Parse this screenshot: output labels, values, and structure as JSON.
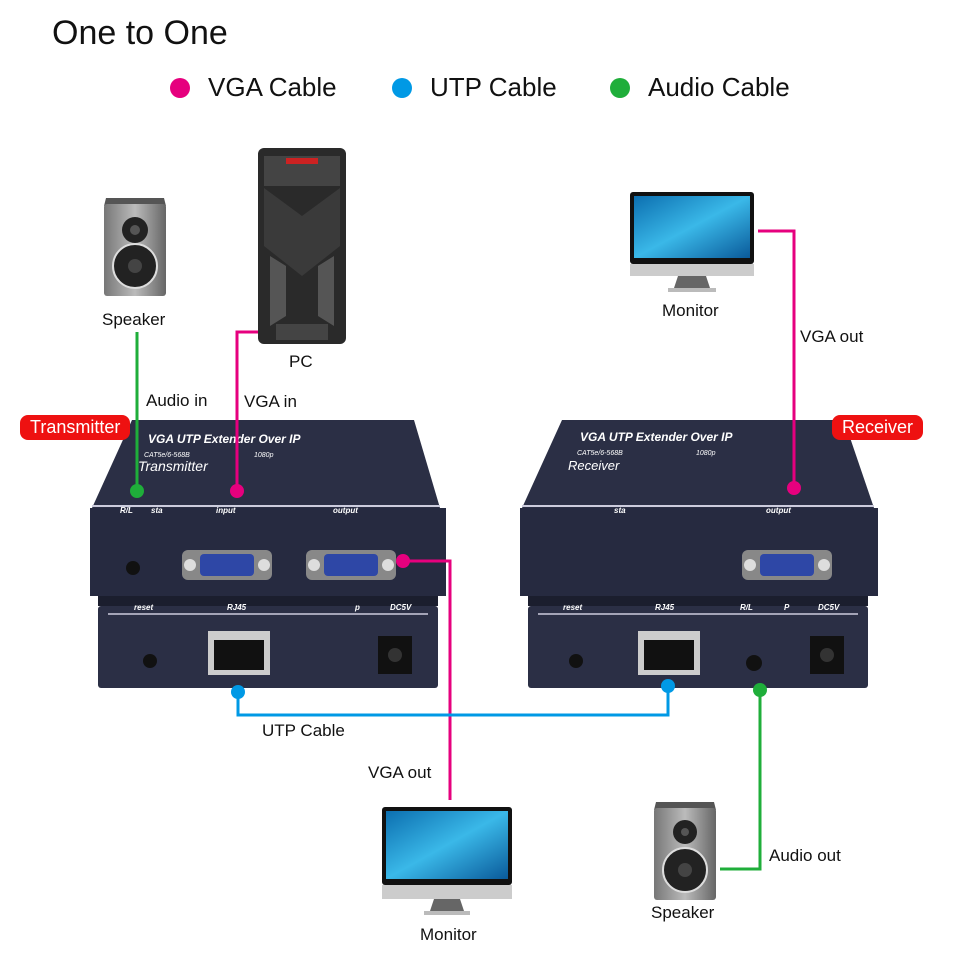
{
  "title": "One to One",
  "legend": [
    {
      "label": "VGA Cable",
      "color": "#e6007e"
    },
    {
      "label": "UTP Cable",
      "color": "#0099e5"
    },
    {
      "label": "Audio Cable",
      "color": "#1fae3a"
    }
  ],
  "devices": {
    "speaker_tx": {
      "label": "Speaker",
      "icon": "speaker-icon"
    },
    "pc": {
      "label": "PC",
      "icon": "pc-tower-icon"
    },
    "monitor_rx": {
      "label": "Monitor",
      "icon": "monitor-icon"
    },
    "monitor_tx": {
      "label": "Monitor",
      "icon": "monitor-icon"
    },
    "speaker_rx": {
      "label": "Speaker",
      "icon": "speaker-icon"
    }
  },
  "transmitter": {
    "tag": "Transmitter",
    "top_text": "VGA UTP Extender Over IP",
    "spec": "CAT5e/6-568B",
    "resolution": "1080p",
    "name": "Transmitter",
    "front_ports": [
      "R/L",
      "sta",
      "input",
      "output"
    ],
    "rear_ports": [
      "reset",
      "RJ45",
      "p",
      "DC5V"
    ]
  },
  "receiver": {
    "tag": "Receiver",
    "top_text": "VGA UTP Extender Over IP",
    "spec": "CAT5e/6-568B",
    "resolution": "1080p",
    "name": "Receiver",
    "front_ports": [
      "sta",
      "output"
    ],
    "rear_ports": [
      "reset",
      "RJ45",
      "R/L",
      "P",
      "DC5V"
    ]
  },
  "connections": {
    "audio_in": "Audio in",
    "vga_in": "VGA in",
    "vga_out_rx": "VGA out",
    "utp": "UTP Cable",
    "vga_out_tx": "VGA out",
    "audio_out": "Audio out"
  }
}
